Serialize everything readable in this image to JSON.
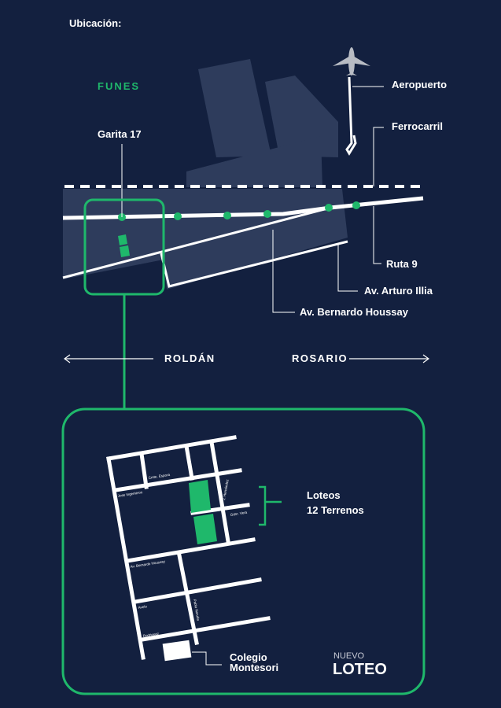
{
  "title": "Ubicación:",
  "colors": {
    "background": "#13203f",
    "accent": "#1fb86b",
    "zone": "#2e3c5c",
    "road": "#ffffff"
  },
  "overview_map": {
    "town": "FUNES",
    "labels": {
      "airport": "Aeropuerto",
      "railway": "Ferrocarril",
      "gate": "Garita 17",
      "route": "Ruta 9",
      "arturo_illia": "Av. Arturo Illia",
      "bernardo_houssay": "Av. Bernardo Houssay"
    },
    "directions": {
      "west": "ROLDÁN",
      "east": "ROSARIO"
    }
  },
  "detail_map": {
    "streets": [
      "Cmte. Espora",
      "Jose Ingenieros",
      "J. Hernández",
      "Gdor. Vera",
      "Av. Bernardo Houssay",
      "Avelo",
      "Pablo Neruda",
      "Rodriguez"
    ],
    "lots_title": "Loteos",
    "lots_count": "12 Terrenos",
    "school_line1": "Colegio",
    "school_line2": "Montesori"
  },
  "brand": {
    "line1": "NUEVO",
    "line2": "LOTEO"
  }
}
